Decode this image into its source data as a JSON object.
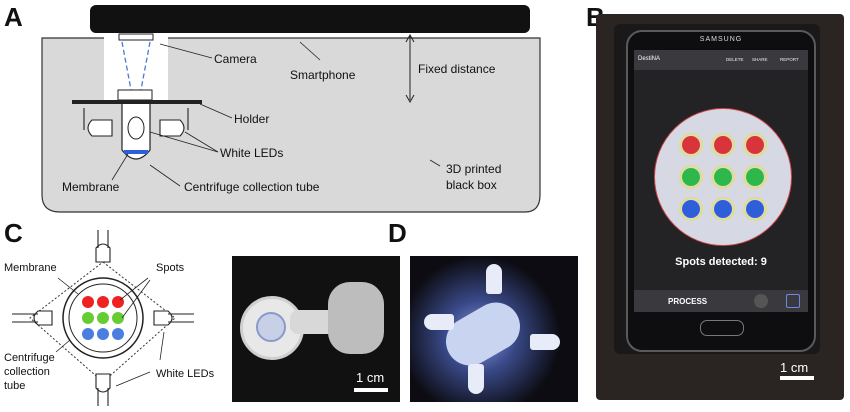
{
  "panels": {
    "a": "A",
    "b": "B",
    "c": "C",
    "d": "D"
  },
  "panel_a": {
    "camera": "Camera",
    "smartphone": "Smartphone",
    "fixed_distance": "Fixed distance",
    "holder": "Holder",
    "white_leds": "White LEDs",
    "membrane": "Membrane",
    "centrifuge_tube": "Centrifuge collection tube",
    "black_box_line1": "3D printed",
    "black_box_line2": "black box"
  },
  "panel_b": {
    "brand": "SAMSUNG",
    "app_name": "DestiNA",
    "menu_delete": "DELETE",
    "menu_share": "SHARE",
    "menu_report": "REPORT",
    "spots_detected": "Spots detected: 9",
    "process_button": "PROCESS",
    "scale": "1 cm",
    "spot_colors": [
      "#d8343a",
      "#2fb84a",
      "#2f5fd8"
    ]
  },
  "panel_c": {
    "membrane": "Membrane",
    "spots": "Spots",
    "tube_line1": "Centrifuge",
    "tube_line2": "collection",
    "tube_line3": "tube",
    "white_leds": "White LEDs",
    "spot_colors": [
      "#ee2222",
      "#66cc33",
      "#4a7fe0"
    ]
  },
  "photo_c": {
    "scale": "1 cm"
  },
  "photo_d": {}
}
